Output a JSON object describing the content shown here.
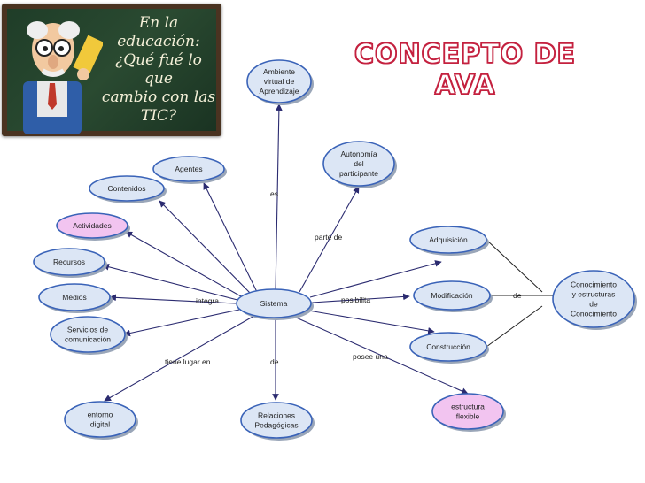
{
  "board": {
    "lines": [
      "En la",
      "educación:",
      "¿Qué fué lo que",
      "cambio con las",
      "TIC?"
    ]
  },
  "title": "CONCEPTO DE AVA",
  "colors": {
    "node_fill": "#dce6f5",
    "node_fill_pink": "#f2c4f0",
    "node_stroke": "#3a63b8",
    "edge": "#2b2b70",
    "title": "#c4213f"
  },
  "nodes": [
    {
      "id": "ava",
      "lines": [
        "Ambiente",
        "virtual de",
        "Aprendizaje"
      ],
      "pink": false
    },
    {
      "id": "autonomia",
      "lines": [
        "Autonomía",
        "del",
        "participante"
      ],
      "pink": false
    },
    {
      "id": "agentes",
      "lines": [
        "Agentes"
      ],
      "pink": false
    },
    {
      "id": "contenidos",
      "lines": [
        "Contenidos"
      ],
      "pink": false
    },
    {
      "id": "actividades",
      "lines": [
        "Actividades"
      ],
      "pink": true
    },
    {
      "id": "recursos",
      "lines": [
        "Recursos"
      ],
      "pink": false
    },
    {
      "id": "medios",
      "lines": [
        "Medios"
      ],
      "pink": false
    },
    {
      "id": "servicios",
      "lines": [
        "Servicios de",
        "comunicación"
      ],
      "pink": false
    },
    {
      "id": "sistema",
      "lines": [
        "Sistema"
      ],
      "pink": false
    },
    {
      "id": "adquisicion",
      "lines": [
        "Adquisición"
      ],
      "pink": false
    },
    {
      "id": "modificacion",
      "lines": [
        "Modificación"
      ],
      "pink": false
    },
    {
      "id": "construccion",
      "lines": [
        "Construcción"
      ],
      "pink": false
    },
    {
      "id": "conocimiento",
      "lines": [
        "Conocimiento",
        "y estructuras",
        "de",
        "Conocimiento"
      ],
      "pink": false
    },
    {
      "id": "estructura",
      "lines": [
        "estructura",
        "flexible"
      ],
      "pink": true
    },
    {
      "id": "entorno",
      "lines": [
        "entorno",
        "digital"
      ],
      "pink": false
    },
    {
      "id": "relaciones",
      "lines": [
        "Relaciones",
        "Pedagógicas"
      ],
      "pink": false
    }
  ],
  "edge_labels": {
    "es": "es",
    "parte_de": "parte de",
    "integra": "integra",
    "posibilita": "posibilita",
    "de_conocimiento": "de",
    "tiene_lugar_en": "tiene lugar en",
    "de_relaciones": "de",
    "posee_una": "posee una"
  }
}
